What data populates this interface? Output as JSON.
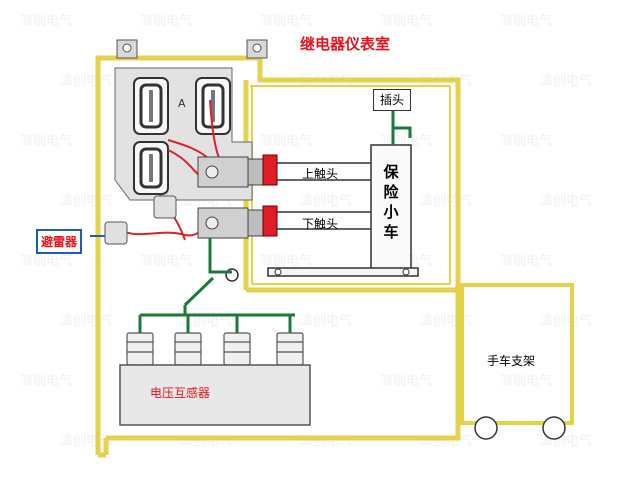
{
  "title": "继电器仪表室",
  "labels": {
    "lightning_arrester": "避雷器",
    "plug": "插头",
    "upper_contact": "上触头",
    "lower_contact": "下触头",
    "fuse_cart": [
      "保",
      "险",
      "小",
      "车"
    ],
    "voltage_transformer": "电压互感器",
    "cart_bracket": "手车支架",
    "meter_a": "A"
  },
  "watermark": "派创电气",
  "colors": {
    "frame": "#e3d24a",
    "wire_green": "#1b7a3a",
    "wire_red": "#d9232a",
    "title_red": "#e8141b",
    "arrester_border": "#1a5fb4",
    "insulator_red": "#e01c24"
  }
}
